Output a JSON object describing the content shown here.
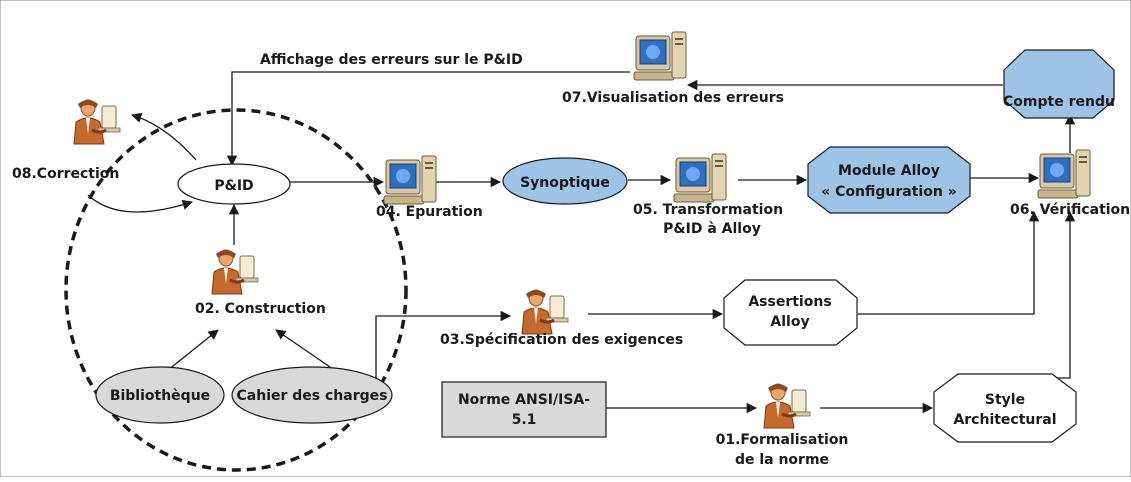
{
  "labels": {
    "affichage": "Affichage des erreurs sur le P&ID",
    "visualisation": "07.Visualisation des erreurs",
    "compte_rendu": "Compte rendu",
    "correction": "08.Correction",
    "pid": "P&ID",
    "epuration": "04. Epuration",
    "synoptique": "Synoptique",
    "transformation_line1": "05. Transformation",
    "transformation_line2": "P&ID à Alloy",
    "module_line1": "Module Alloy",
    "module_line2": "« Configuration »",
    "verification": "06. Vérification",
    "construction": "02. Construction",
    "assertions_line1": "Assertions",
    "assertions_line2": "Alloy",
    "specification": "03.Spécification des exigences",
    "bibliotheque": "Bibliothèque",
    "cahier": "Cahier des charges",
    "norme_line1": "Norme ANSI/ISA-",
    "norme_line2": "5.1",
    "style_line1": "Style",
    "style_line2": "Architectural",
    "formalisation_line1": "01.Formalisation",
    "formalisation_line2": "de la norme"
  },
  "colors": {
    "background": "#ffffff",
    "blue_fill": "#9dc3e6",
    "grey_fill": "#d9d9d9",
    "stroke": "#1a1a1a",
    "frame": "#808080"
  },
  "icons": {
    "computer": "computer-icon",
    "person": "person-at-computer-icon"
  }
}
